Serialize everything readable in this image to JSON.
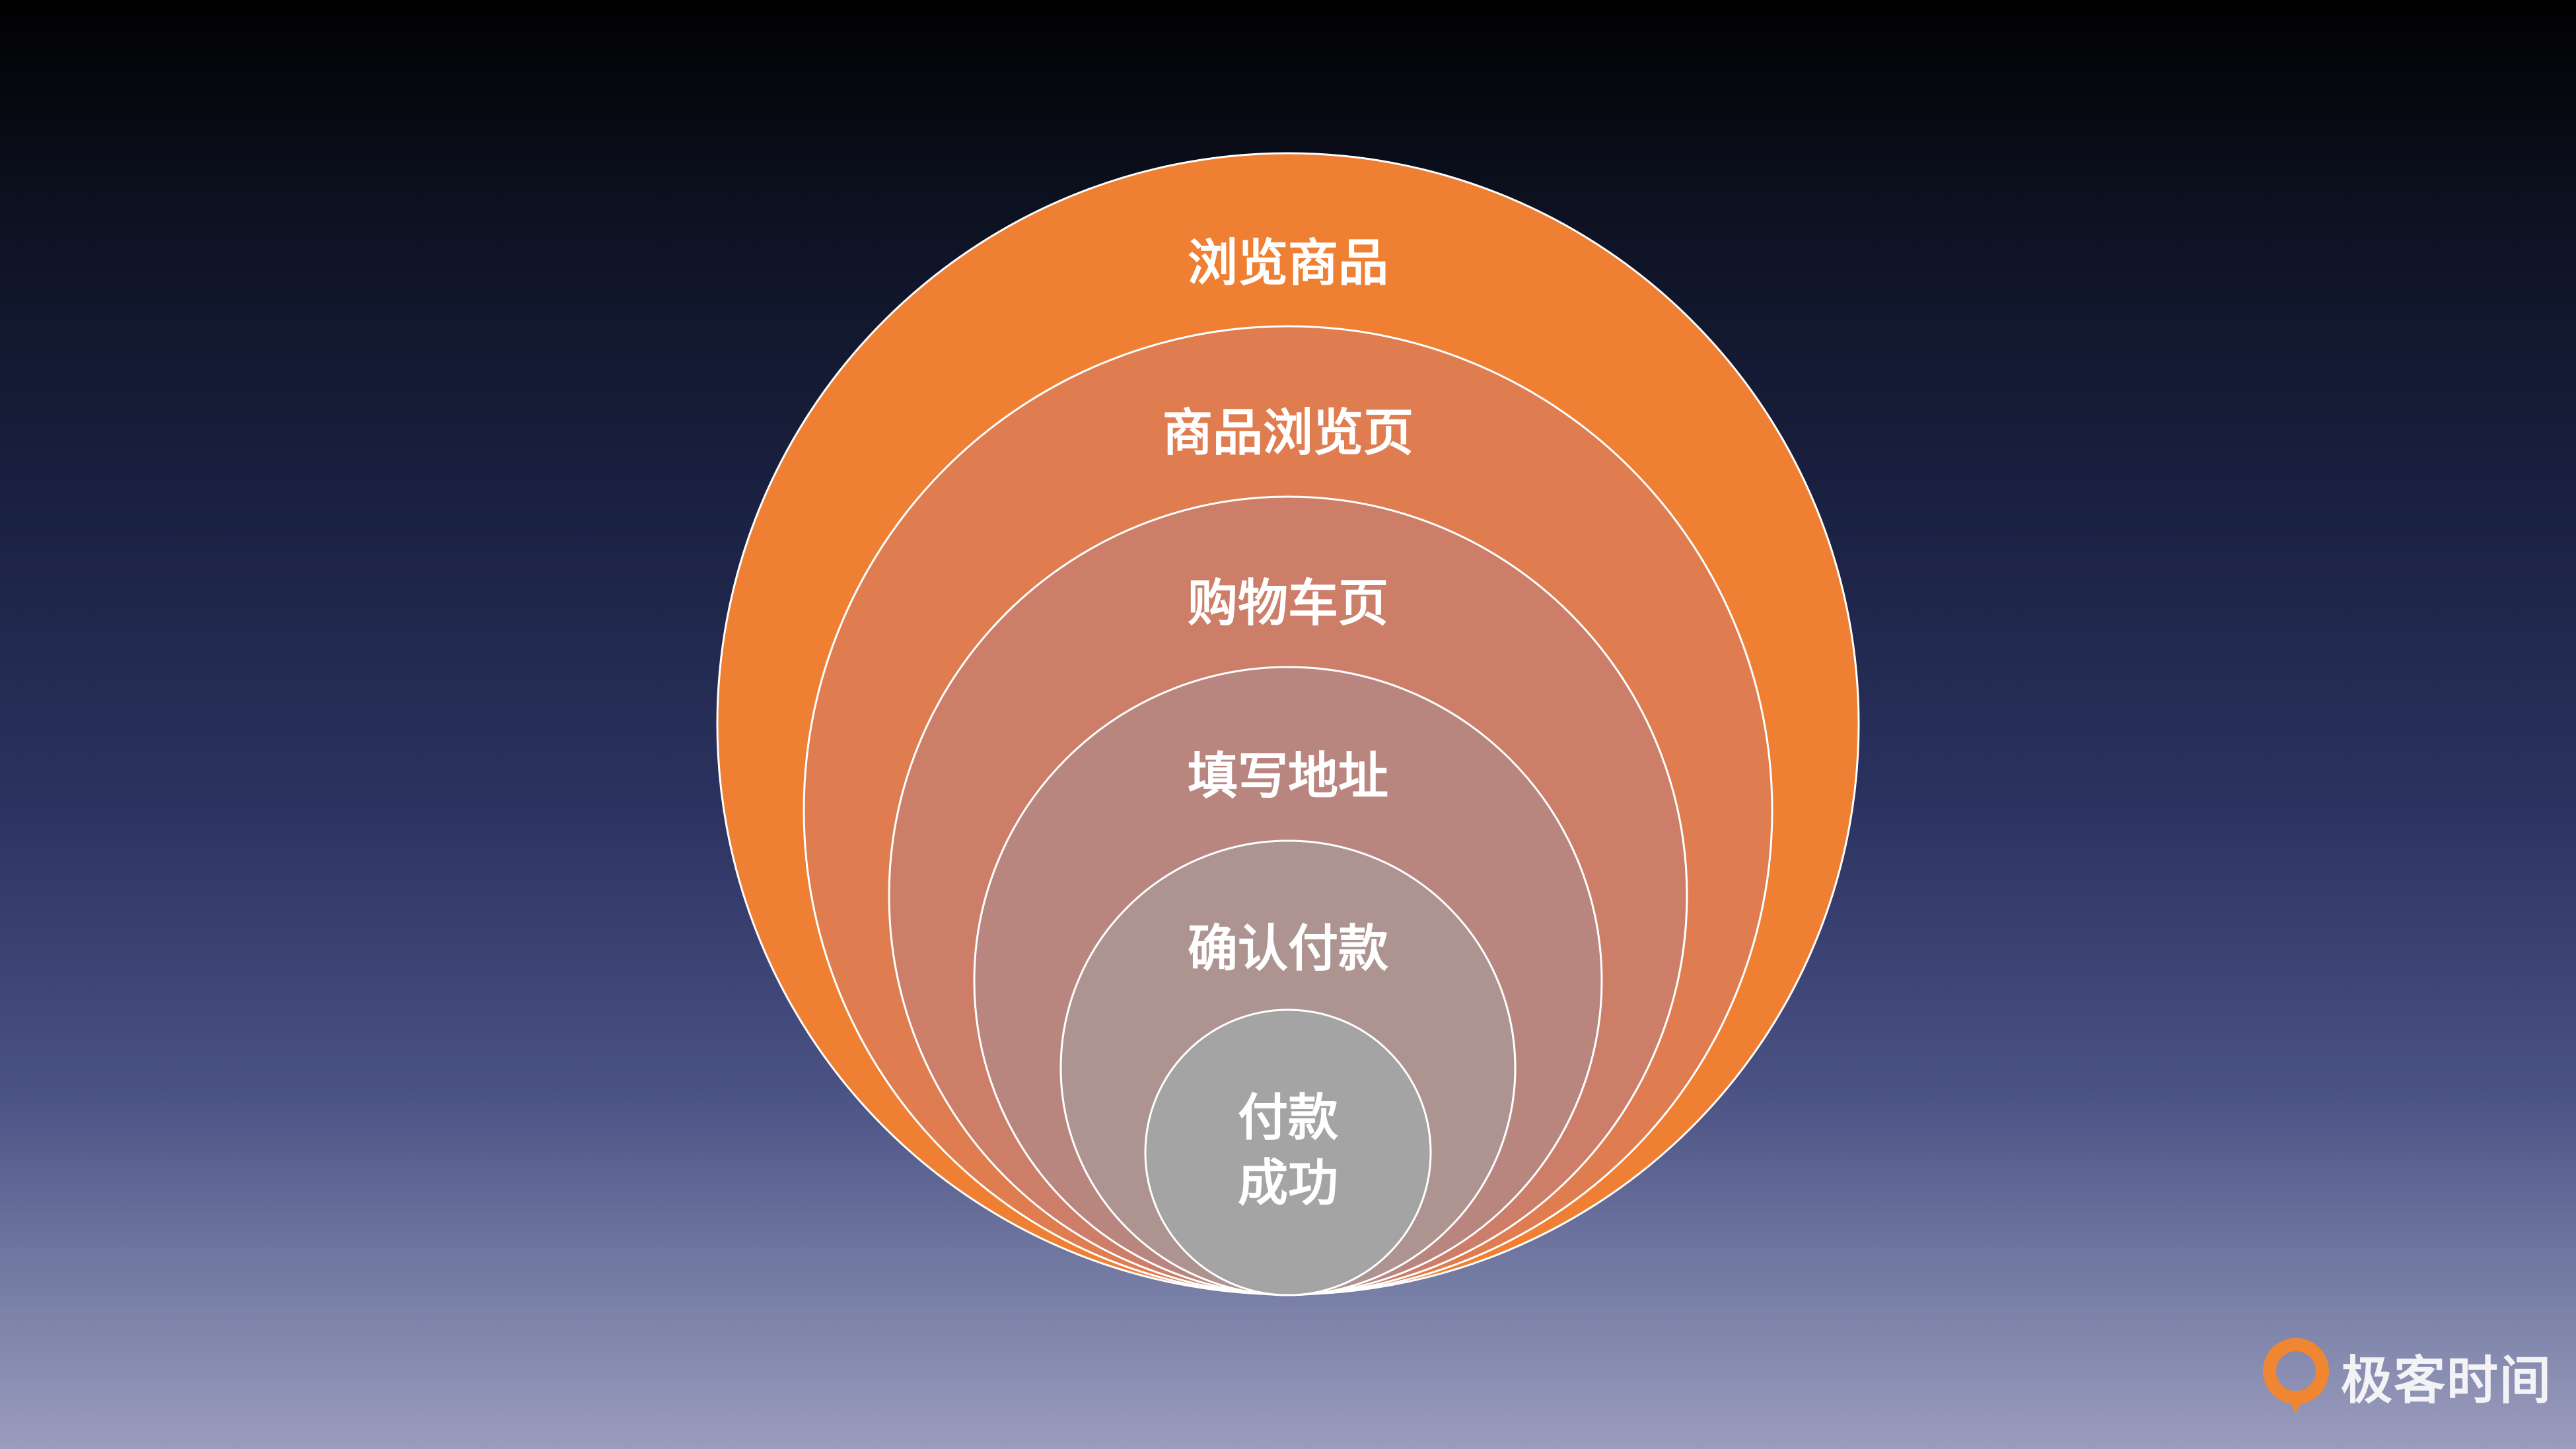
{
  "diagram": {
    "levels": [
      {
        "label": "浏览商品",
        "color": "#ee7f33"
      },
      {
        "label": "商品浏览页",
        "color": "#df7d50"
      },
      {
        "label": "购物车页",
        "color": "#cc7e68"
      },
      {
        "label": "填写地址",
        "color": "#b9857f"
      },
      {
        "label": "确认付款",
        "color": "#ad9491"
      },
      {
        "label_lines": [
          "付款",
          "成功"
        ],
        "color": "#a4a4a4"
      }
    ]
  },
  "brand": {
    "name": "极客时间",
    "logo_icon": "geektime-logo-icon",
    "logo_color": "#f08632"
  }
}
